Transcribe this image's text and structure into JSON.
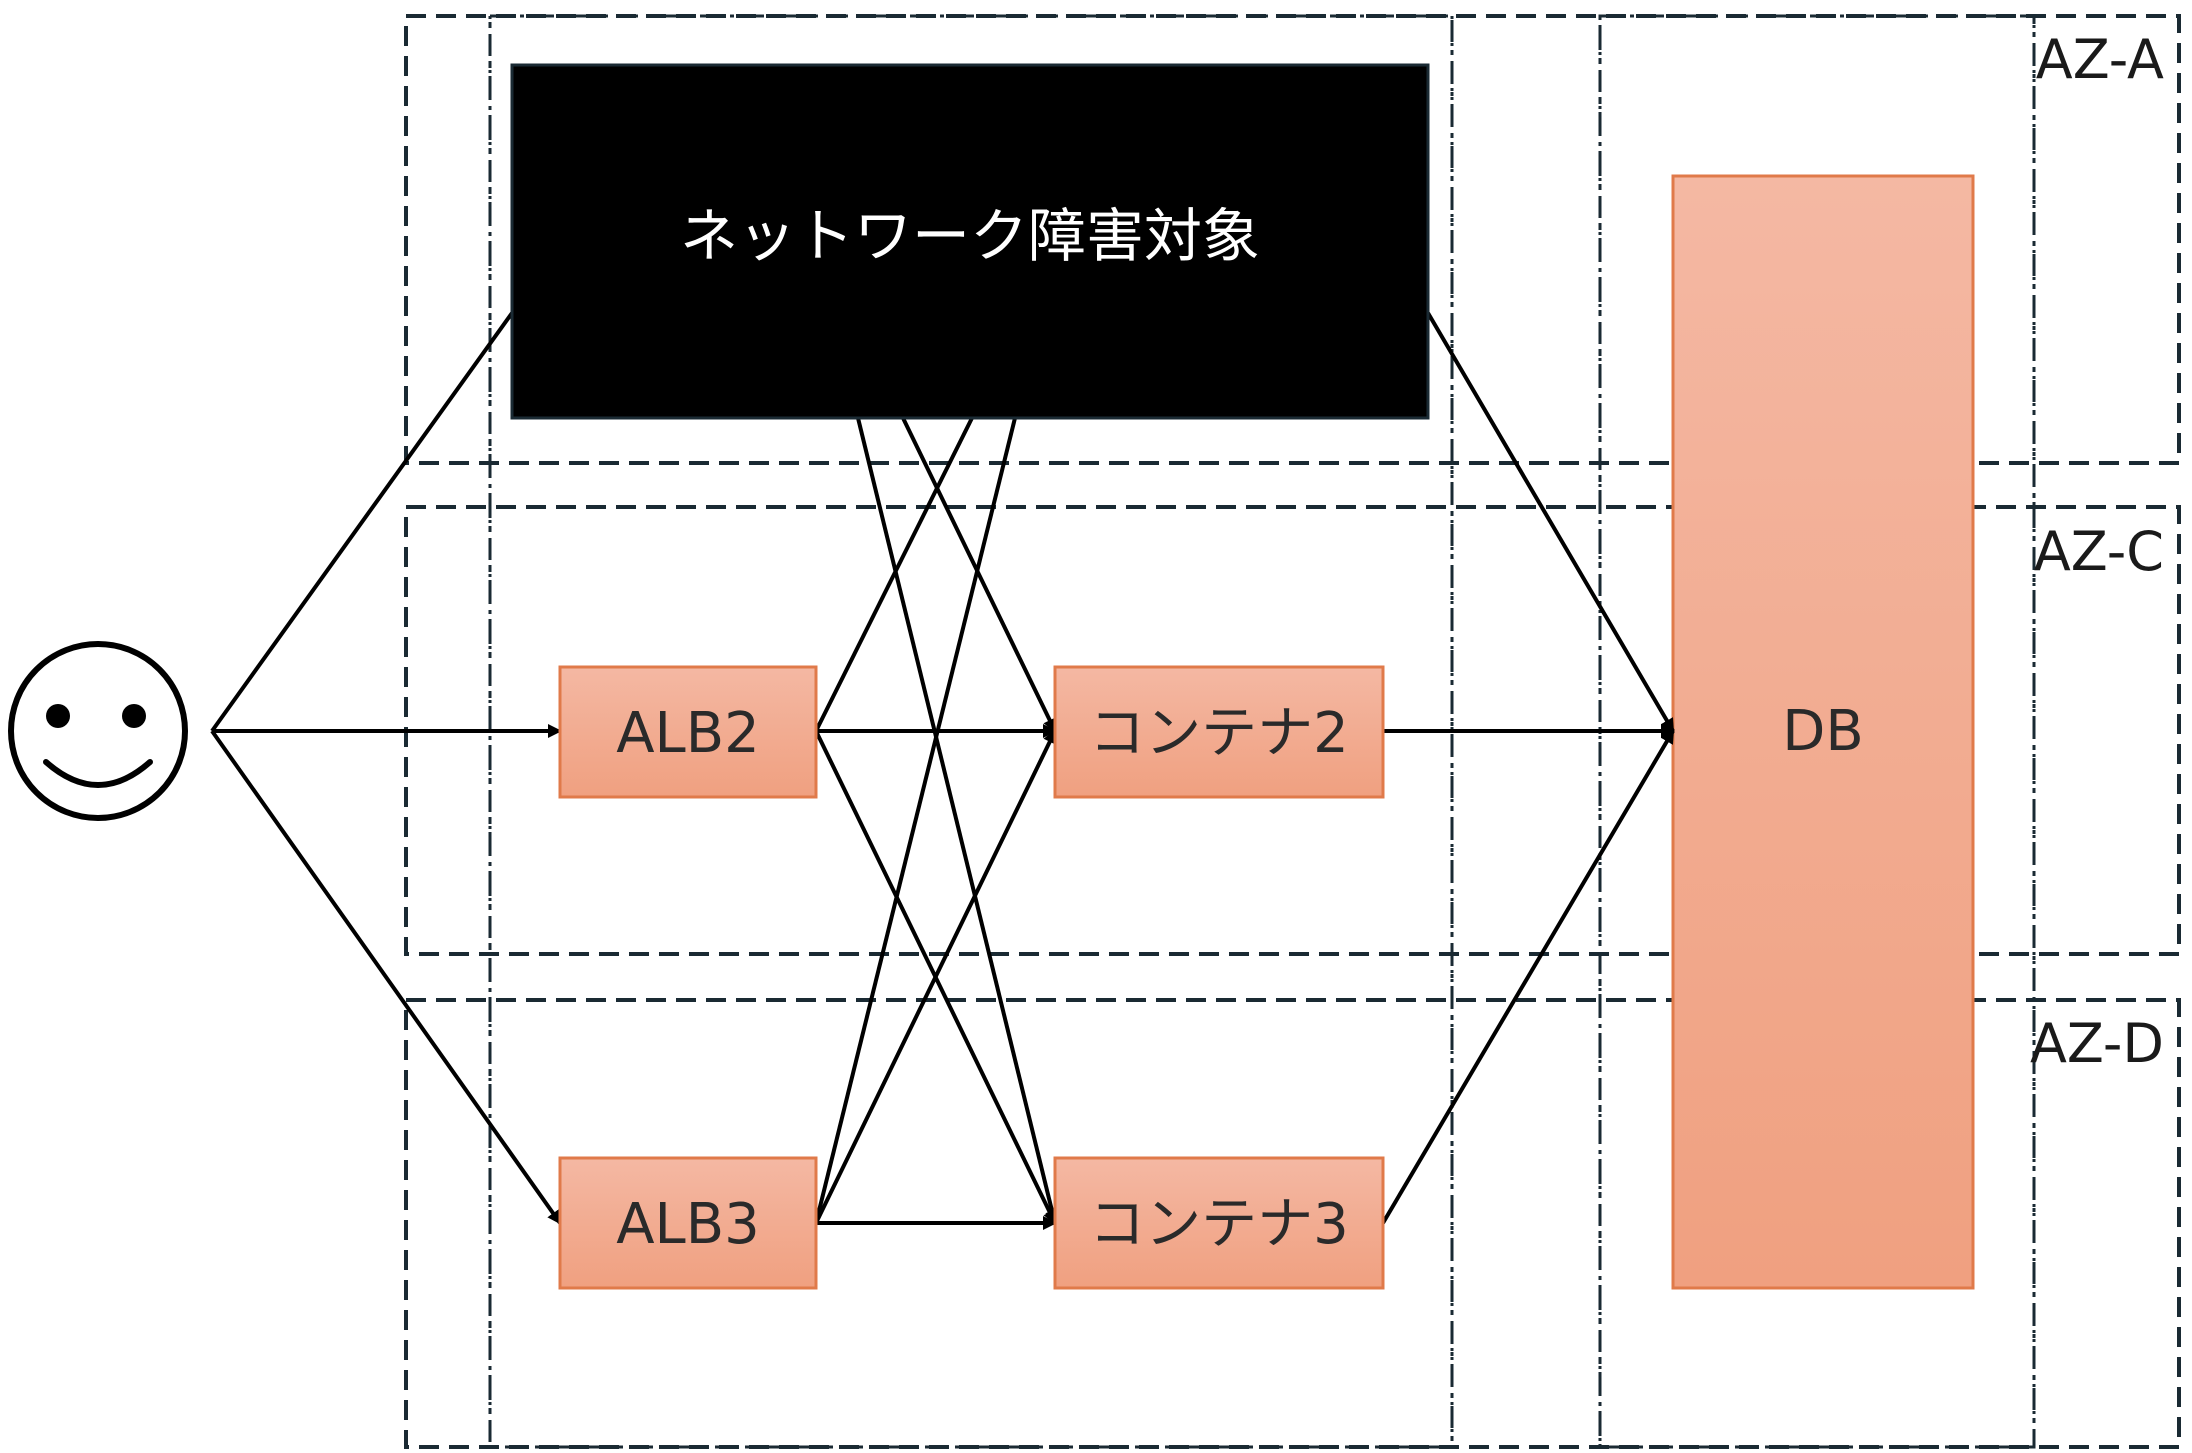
{
  "zones": [
    {
      "id": "az-a",
      "label": "AZ-A"
    },
    {
      "id": "az-c",
      "label": "AZ-C"
    },
    {
      "id": "az-d",
      "label": "AZ-D"
    }
  ],
  "user": {
    "icon": "smiley-face-icon"
  },
  "failure_target": {
    "label": "ネットワーク障害対象"
  },
  "nodes": {
    "alb2": {
      "label": "ALB2"
    },
    "alb3": {
      "label": "ALB3"
    },
    "container2": {
      "label": "コンテナ2"
    },
    "container3": {
      "label": "コンテナ3"
    },
    "db": {
      "label": "DB"
    }
  },
  "colors": {
    "node_fill_top": "#f4b8a3",
    "node_fill_bottom": "#f0a080",
    "node_stroke": "#e07a4a",
    "failure_fill": "#000000",
    "failure_text": "#ffffff"
  }
}
